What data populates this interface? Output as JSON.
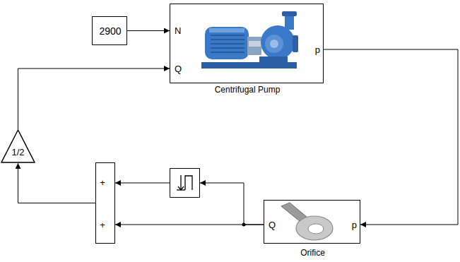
{
  "diagram": {
    "nodes": [
      {
        "text": [
          "2900"
        ]
      },
      {
        "text": [
          "N",
          "Q",
          "p",
          "Centrifugal Pump"
        ]
      },
      {
        "text": [
          "1/2"
        ]
      },
      {
        "text": [
          "+",
          "+"
        ]
      },
      {
        "text": []
      },
      {
        "text": [
          "Q",
          "p",
          "Orifice"
        ]
      }
    ],
    "edges": [
      {
        "from": 0,
        "to": 1,
        "arrow": "to"
      },
      {
        "from": 1,
        "to": 5,
        "arrow": "to"
      },
      {
        "from": 5,
        "to": 3,
        "arrow": "to"
      },
      {
        "from": 5,
        "to": 4,
        "arrow": "to"
      },
      {
        "from": 4,
        "to": 3,
        "arrow": "to"
      },
      {
        "from": 3,
        "to": 2,
        "arrow": "to"
      },
      {
        "from": 2,
        "to": 1,
        "arrow": "to"
      }
    ]
  }
}
